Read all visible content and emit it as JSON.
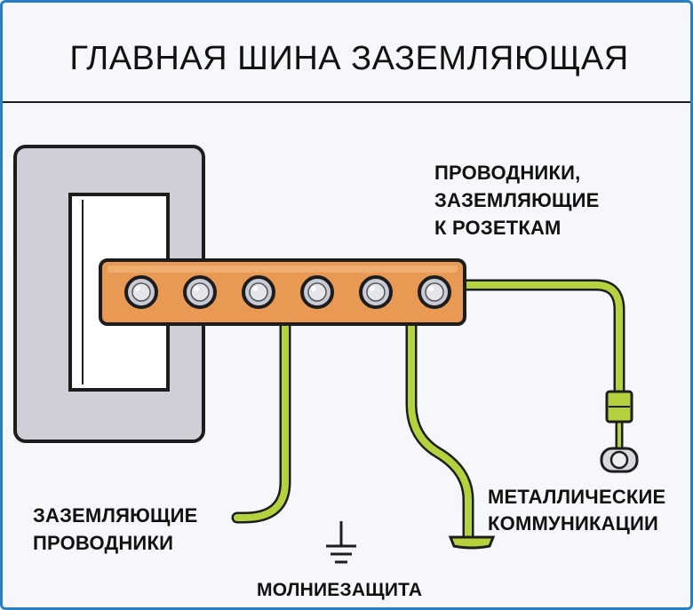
{
  "title": "ГЛАВНАЯ ШИНА ЗАЗЕМЛЯЮЩАЯ",
  "labels": {
    "outlet_conductors": [
      "ПРОВОДНИКИ,",
      "ЗАЗЕМЛЯЮЩИЕ",
      "К РОЗЕТКАМ"
    ],
    "grounding_conductors": [
      "ЗАЗЕМЛЯЮЩИЕ",
      "ПРОВОДНИКИ"
    ],
    "metal_utilities": [
      "МЕТАЛЛИЧЕСКИЕ",
      "КОММУНИКАЦИИ"
    ],
    "lightning_protection": "МОЛНИЕЗАЩИТА"
  },
  "busbar": {
    "terminal_count": 6
  },
  "colors": {
    "frame_border": "#2a7fc0",
    "background": "#f6f7fa",
    "panel": "#cfcfd8",
    "busbar": "#e89a55",
    "wire": "#b3d23e",
    "wire_outline": "#1d1d1d",
    "bolt": "#c9ccd6"
  }
}
